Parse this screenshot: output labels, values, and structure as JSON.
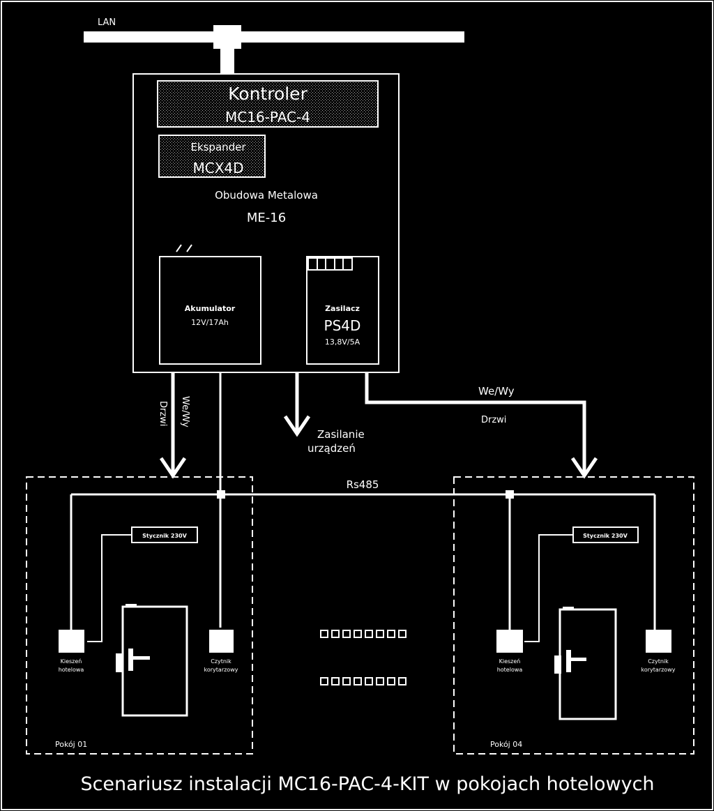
{
  "network": {
    "lan_label": "LAN"
  },
  "enclosure": {
    "controller_title": "Kontroler",
    "controller_model": "MC16-PAC-4",
    "expander_title": "Ekspander",
    "expander_model": "MCX4D",
    "housing_title": "Obudowa Metalowa",
    "housing_model": "ME-16",
    "battery_title": "Akumulator",
    "battery_spec": "12V/17Ah",
    "psu_title": "Zasilacz",
    "psu_model": "PS4D",
    "psu_spec": "13,8V/5A"
  },
  "connections": {
    "left_doors": "Drzwi",
    "left_io": "We/Wy",
    "power_line1": "Zasilanie",
    "power_line2": "urządzeń",
    "right_io": "We/Wy",
    "right_doors": "Drzwi",
    "bus": "Rs485"
  },
  "rooms": [
    {
      "name": "Pokój 01",
      "contactor": "Stycznik 230V",
      "pocket_line1": "Kieszeń",
      "pocket_line2": "hotelowa",
      "reader_line1": "Czytnik",
      "reader_line2": "korytarzowy"
    },
    {
      "name": "Pokój 04",
      "contactor": "Stycznik 230V",
      "pocket_line1": "Kieszeń",
      "pocket_line2": "hotelowa",
      "reader_line1": "Czytnik",
      "reader_line2": "korytarzowy"
    }
  ],
  "caption": "Scenariusz instalacji MC16-PAC-4-KIT w pokojach hotelowych"
}
